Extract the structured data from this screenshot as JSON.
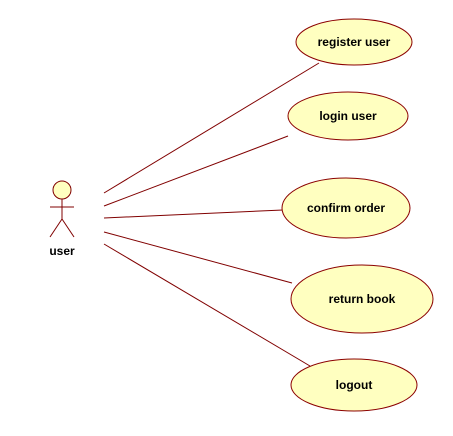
{
  "actor": {
    "name": "user"
  },
  "use_cases": [
    {
      "id": "register-user",
      "label": "register user"
    },
    {
      "id": "login-user",
      "label": "login user"
    },
    {
      "id": "confirm-order",
      "label": "confirm order"
    },
    {
      "id": "return-book",
      "label": "return book"
    },
    {
      "id": "logout",
      "label": "logout"
    }
  ],
  "colors": {
    "use_case_fill": "#ffffc0",
    "use_case_stroke": "#8b0000",
    "association_line": "#800000",
    "actor_fill": "#ffffc0",
    "actor_stroke": "#800000",
    "text": "#000000"
  }
}
